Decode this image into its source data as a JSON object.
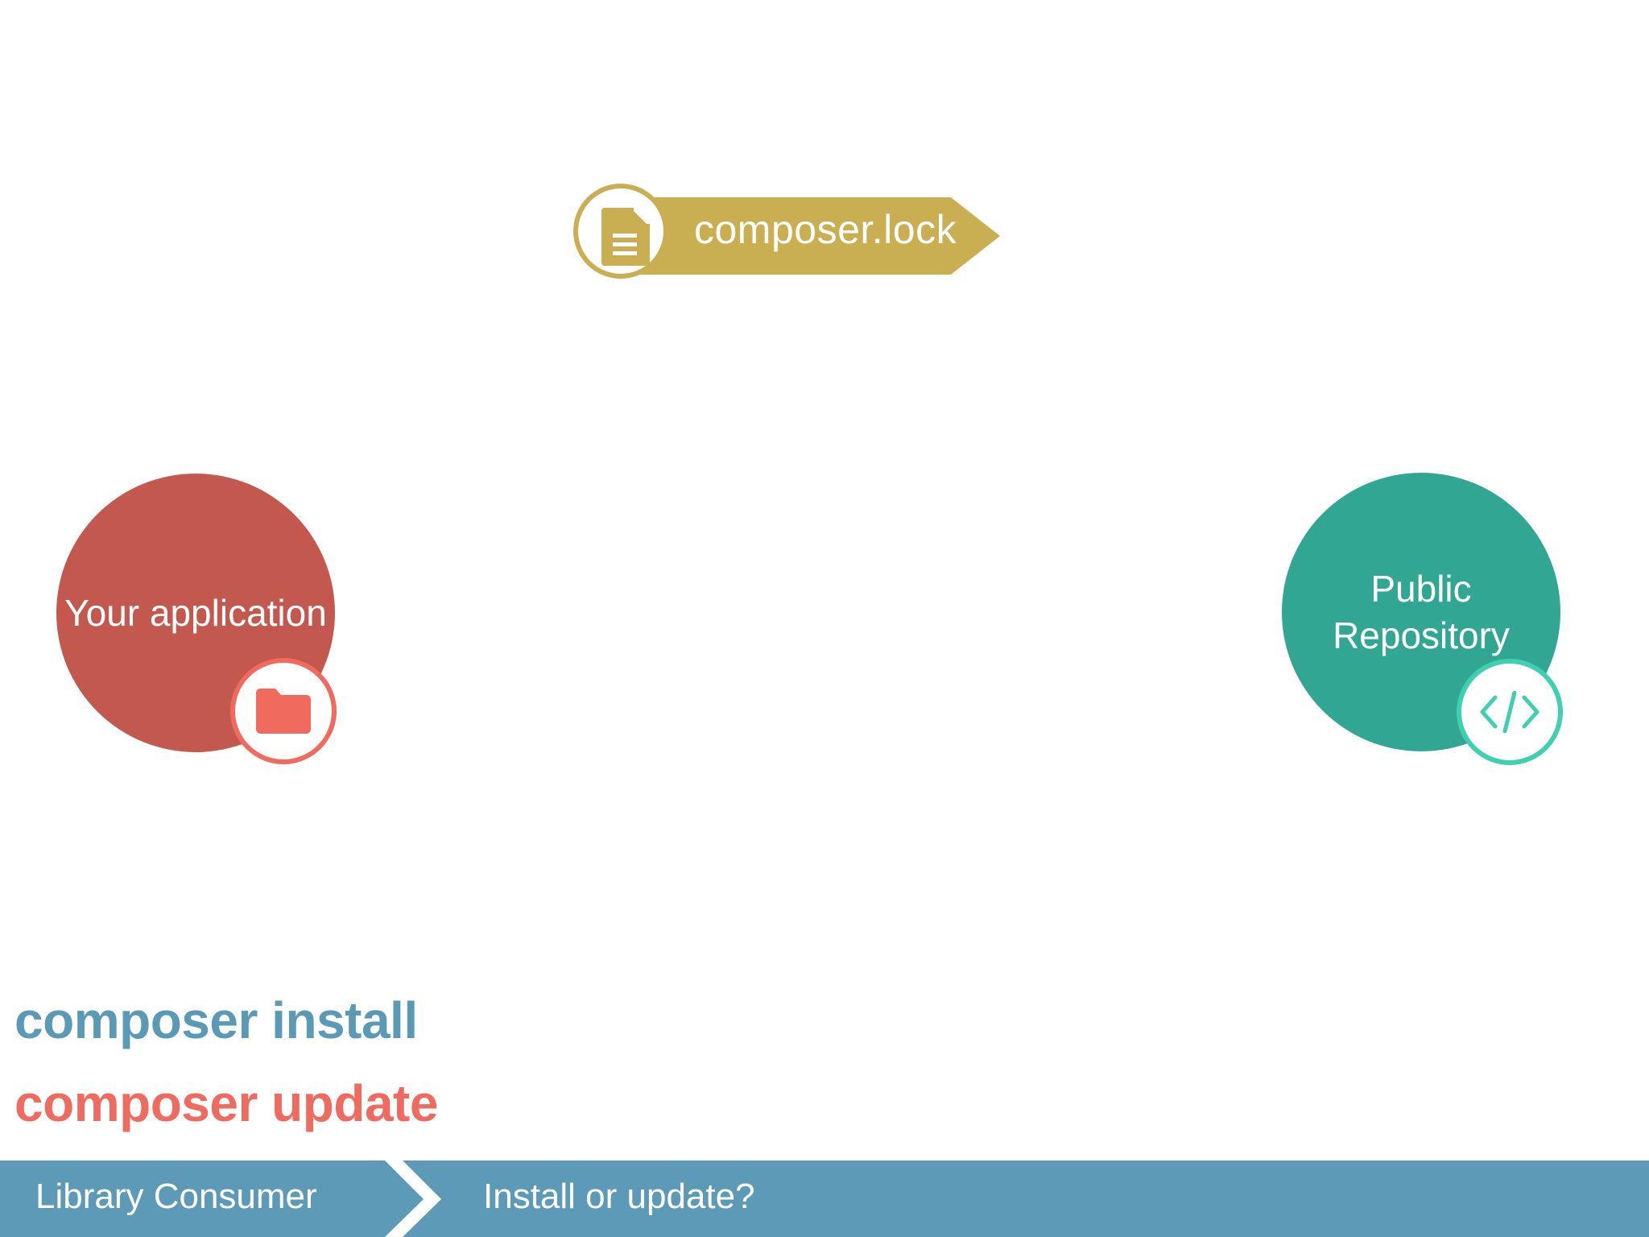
{
  "lock": {
    "label": "composer.lock",
    "icon": "document-icon",
    "color": "#c9ae52"
  },
  "nodes": {
    "app": {
      "label": "Your application",
      "icon": "folder-icon",
      "color": "#c3584f",
      "accent": "#f06a5e"
    },
    "repo": {
      "label": "Public\nRepository",
      "icon": "code-icon",
      "color": "#30a693",
      "accent": "#3fcfb1"
    }
  },
  "commands": {
    "install": "composer install",
    "update": "composer update",
    "install_color": "#5b9ab6",
    "update_color": "#ef6a5f"
  },
  "breadcrumb": {
    "items": [
      "Library Consumer",
      "Install or update?"
    ],
    "color": "#5d9ab8"
  }
}
